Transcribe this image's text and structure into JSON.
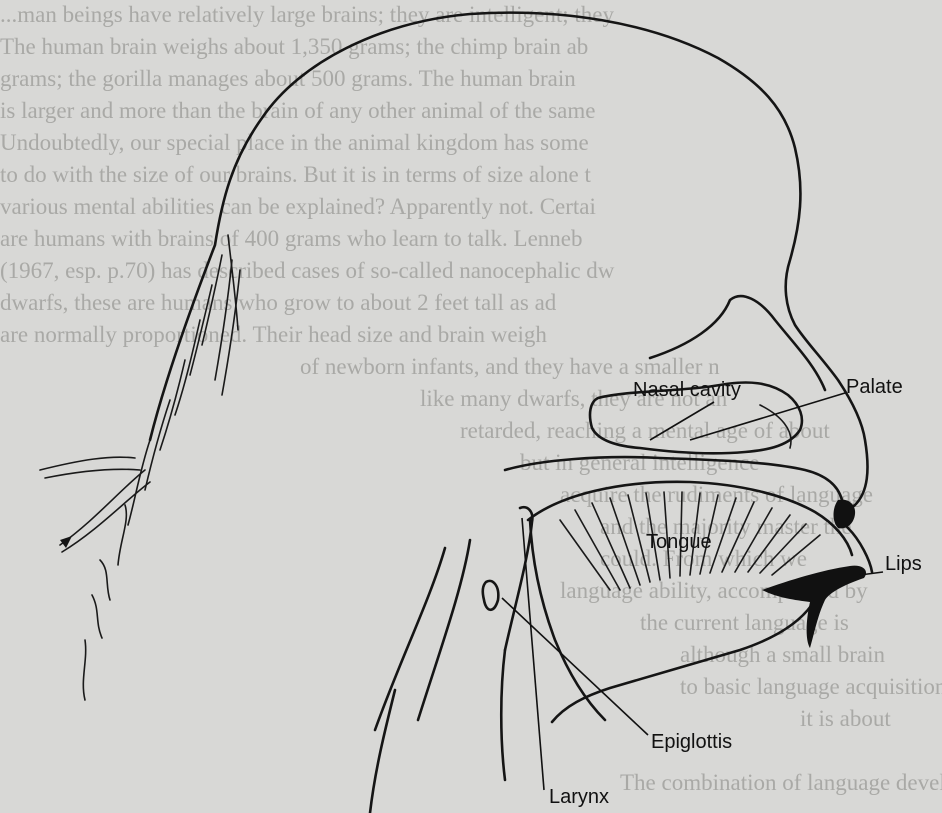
{
  "background_text": [
    "...man beings have relatively large brains; they are intelligent; they",
    "The human brain weighs about 1,350 grams; the chimp brain ab",
    "grams; the gorilla manages about 500 grams. The human brain",
    "is larger and more than the brain of any other animal of the same",
    "Undoubtedly, our special place in the animal kingdom has some",
    "to do with the size of our brains. But it is in terms of size alone t",
    "various mental abilities can be explained? Apparently not. Certai",
    "are humans with brains of 400 grams who learn to talk. Lenneb",
    "(1967, esp. p.70) has described cases of so-called nanocephalic dw",
    "dwarfs, these are humans who grow to about 2 feet tall as ad",
    "are normally proportioned. Their head size and brain weigh",
    "of newborn infants, and they have a smaller n",
    "like many dwarfs, they are not an",
    "retarded, reaching a mental age of about",
    "but in general intelligence",
    "acquire the rudiments of language",
    "and the majority master the",
    "could. From which we",
    "language ability, accompanied by",
    "the current language is",
    "although a small brain",
    "to basic language acquisition",
    "it is about",
    "The combination of language development and mental retardat"
  ],
  "labels": {
    "nasal_cavity": "Nasal cavity",
    "palate": "Palate",
    "tongue": "Tongue",
    "lips": "Lips",
    "epiglottis": "Epiglottis",
    "larynx": "Larynx"
  },
  "colors": {
    "paper": "#d8d8d6",
    "ink": "#151515",
    "faded_text": "#a9a9a6"
  }
}
